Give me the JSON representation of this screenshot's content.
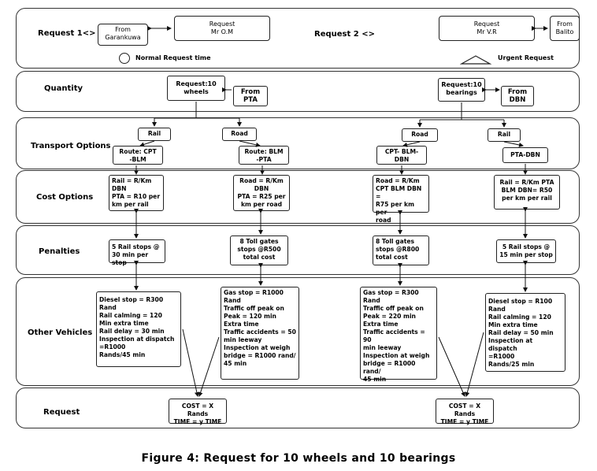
{
  "caption": "Figure 4: Request for 10 wheels and 10 bearings",
  "rows": {
    "request_top": "Request 1<>",
    "request2": "Request 2 <>",
    "quantity": "Quantity",
    "transport": "Transport Options",
    "cost": "Cost Options",
    "penalties": "Penalties",
    "other": "Other Vehicles",
    "request_bottom": "Request"
  },
  "top": {
    "from1": "From\nGarankuwa",
    "req1": "Request\nMr O.M",
    "req2": "Request\nMr V.R",
    "from2": "From\nBalito",
    "legend_normal": "Normal Request time",
    "legend_urgent": "Urgent Request"
  },
  "quantity": {
    "left_req": "Request:10\nwheels",
    "left_from": "From\nPTA",
    "right_req": "Request:10\nbearings",
    "right_from": "From\nDBN"
  },
  "transport": {
    "rail1": "Rail",
    "road1": "Road",
    "road2": "Road",
    "rail2": "Rail",
    "route1": "Route: CPT\n-BLM",
    "route2": "Route: BLM\n-PTA",
    "route3": "CPT- BLM-\nDBN",
    "route4": "PTA-DBN"
  },
  "cost": {
    "c1": "Rail = R/Km\nDBN\nPTA = R10 per\nkm per rail",
    "c2": "Road = R/Km\nDBN\nPTA = R25 per\nkm per road",
    "c3": "Road = R/Km\nCPT BLM DBN =\nR75 per km per\nroad",
    "c4": "Rail = R/Km PTA\nBLM DBN= R50\nper km per rail"
  },
  "penalties": {
    "p1": "5 Rail stops @\n30 min per stop",
    "p2": "8 Toll gates\nstops @R500\ntotal cost",
    "p3": "8 Toll gates\nstops @R800\ntotal cost",
    "p4": "5 Rail stops @\n15 min per stop"
  },
  "other": {
    "o1": "Diesel stop = R300\nRand\nRail calming = 120\nMin extra time\nRail delay = 30 min\nInspection at dispatch\n=R1000\nRands/45 min",
    "o2": "Gas stop = R1000\nRand\nTraffic off peak on\nPeak = 120 min\nExtra time\nTraffic accidents = 50\nmin leeway\nInspection at weigh\nbridge = R1000 rand/\n45 min",
    "o3": "Gas stop = R300\nRand\nTraffic off peak on\nPeak = 220 min\nExtra time\nTraffic accidents = 90\nmin leeway\nInspection at weigh\nbridge = R1000 rand/\n45 min",
    "o4": "Diesel stop = R100\nRand\nRail calming = 120\nMin extra time\nRail delay = 50 min\nInspection at dispatch\n=R1000\nRands/25 min"
  },
  "result": {
    "left": "COST = X Rands\nTIME = y TIME",
    "right": "COST = X Rands\nTIME = y TIME"
  }
}
